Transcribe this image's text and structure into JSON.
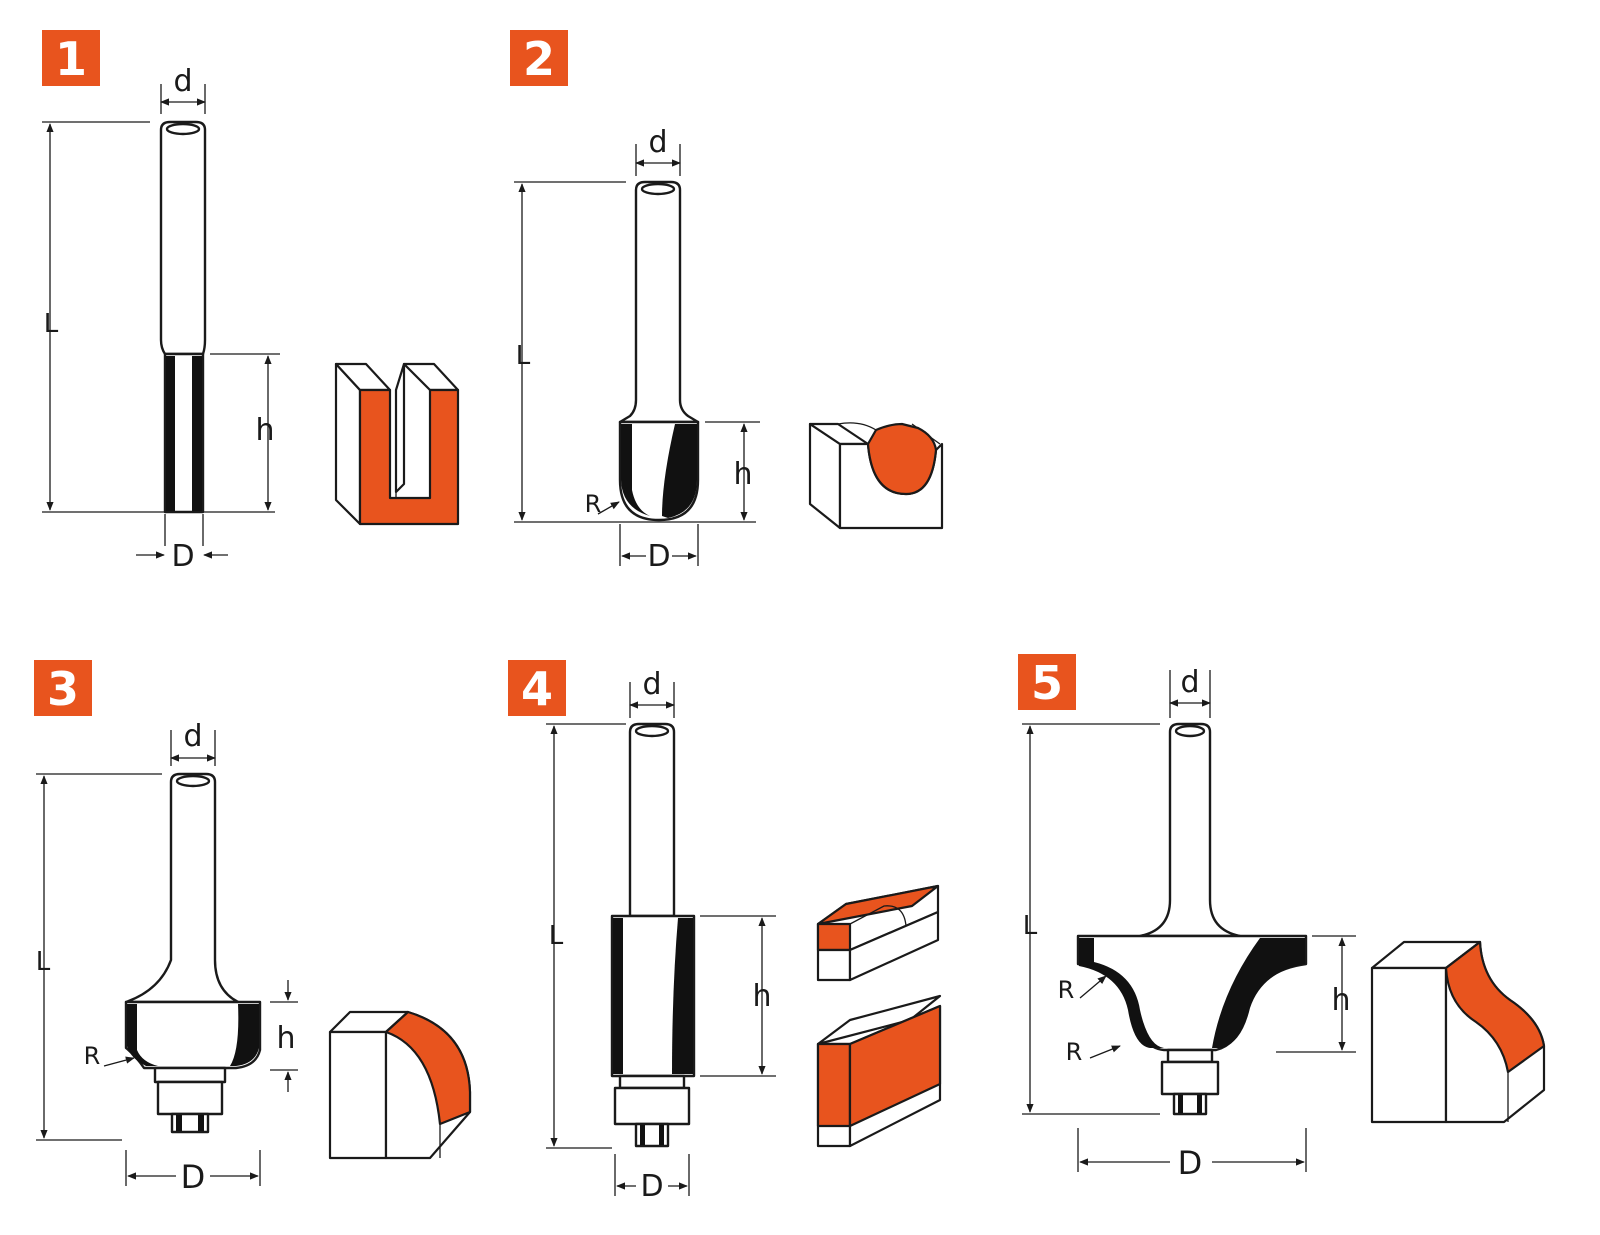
{
  "colors": {
    "accent": "#e8541e",
    "ink": "#1a1a1a",
    "background": "#ffffff"
  },
  "panels": [
    {
      "number": "1",
      "labels": {
        "d": "d",
        "L": "L",
        "h": "h",
        "D": "D"
      }
    },
    {
      "number": "2",
      "labels": {
        "d": "d",
        "L": "L",
        "h": "h",
        "R": "R",
        "D": "D"
      }
    },
    {
      "number": "3",
      "labels": {
        "d": "d",
        "L": "L",
        "h": "h",
        "R": "R",
        "D": "D"
      }
    },
    {
      "number": "4",
      "labels": {
        "d": "d",
        "L": "L",
        "h": "h",
        "D": "D"
      }
    },
    {
      "number": "5",
      "labels": {
        "d": "d",
        "L": "L",
        "h": "h",
        "R1": "R",
        "R2": "R",
        "D": "D"
      }
    }
  ]
}
